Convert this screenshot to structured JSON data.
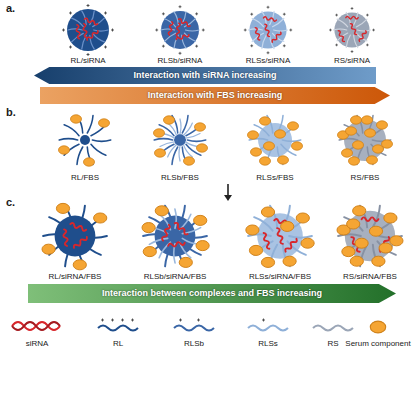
{
  "diagram": {
    "nodes": [
      {
        "text": [
          "Interaction with siRNA increasing"
        ]
      },
      {
        "text": [
          "Interaction with FBS increasing"
        ]
      },
      {
        "text": [
          "Interaction between complexes and FBS increasing"
        ]
      }
    ],
    "labels": [
      "a.",
      "RL/siRNA",
      "RLSb/siRNA",
      "RLSs/siRNA",
      "RS/siRNA",
      "b.",
      "RL/FBS",
      "RLSb/FBS",
      "RLSs/FBS",
      "RS/FBS",
      "c.",
      "RL/siRNA/FBS",
      "RLSb/siRNA/FBS",
      "RLSs/siRNA/FBS",
      "RS/siRNA/FBS"
    ],
    "legend": [
      {
        "text": "siRNA"
      },
      {
        "text": "RL"
      },
      {
        "text": "RLSb"
      },
      {
        "text": "RLSs"
      },
      {
        "text": "RS"
      },
      {
        "text": "Serum component"
      }
    ]
  }
}
